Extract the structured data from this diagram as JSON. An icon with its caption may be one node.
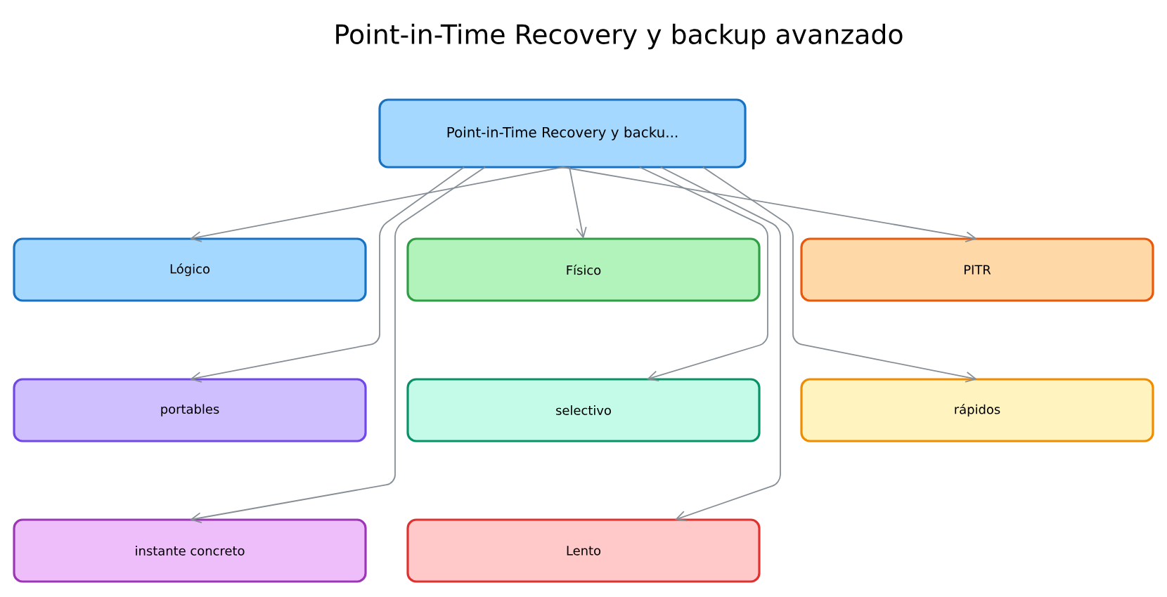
{
  "diagram": {
    "title": "Point-in-Time Recovery y backup avanzado",
    "nodes": [
      {
        "text": [
          "Point-in-Time Recovery y backu..."
        ]
      },
      {
        "text": [
          "Lógico"
        ]
      },
      {
        "text": [
          "Físico"
        ]
      },
      {
        "text": [
          "PITR"
        ]
      },
      {
        "text": [
          "portables"
        ]
      },
      {
        "text": [
          "selectivo"
        ]
      },
      {
        "text": [
          "rápidos"
        ]
      },
      {
        "text": [
          "instante concreto"
        ]
      },
      {
        "text": [
          "Lento"
        ]
      }
    ],
    "edges": [
      {
        "from": 0,
        "to": 1,
        "arrow": "to"
      },
      {
        "from": 0,
        "to": 2,
        "arrow": "to"
      },
      {
        "from": 0,
        "to": 3,
        "arrow": "to"
      },
      {
        "from": 0,
        "to": 4,
        "arrow": "to"
      },
      {
        "from": 0,
        "to": 5,
        "arrow": "to"
      },
      {
        "from": 0,
        "to": 6,
        "arrow": "to"
      },
      {
        "from": 0,
        "to": 7,
        "arrow": "to"
      },
      {
        "from": 0,
        "to": 8,
        "arrow": "to"
      }
    ]
  }
}
